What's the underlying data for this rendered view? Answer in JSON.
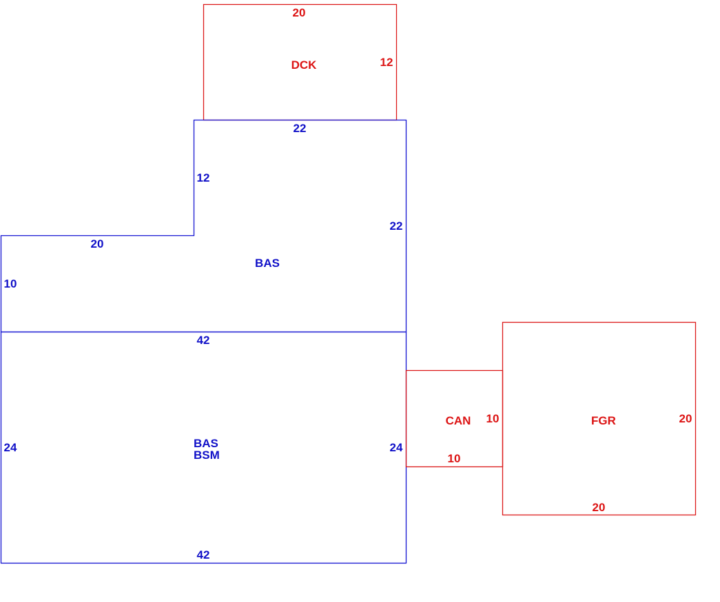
{
  "colors": {
    "living_area": "#1414d2",
    "other_area": "#dc1a1a"
  },
  "areas": {
    "dck": {
      "code": "DCK",
      "dims": {
        "top": "20",
        "right": "12"
      }
    },
    "bas_upper": {
      "code": "BAS",
      "dims": {
        "top": "22",
        "inner_left": "12",
        "right": "22",
        "step_top": "20",
        "left": "10"
      }
    },
    "bas_bsm": {
      "codes": [
        "BAS",
        "BSM"
      ],
      "dims": {
        "top": "42",
        "left": "24",
        "right": "24",
        "bottom": "42"
      }
    },
    "can": {
      "code": "CAN",
      "dims": {
        "right": "10",
        "bottom": "10"
      }
    },
    "fgr": {
      "code": "FGR",
      "dims": {
        "right": "20",
        "bottom": "20"
      }
    }
  }
}
